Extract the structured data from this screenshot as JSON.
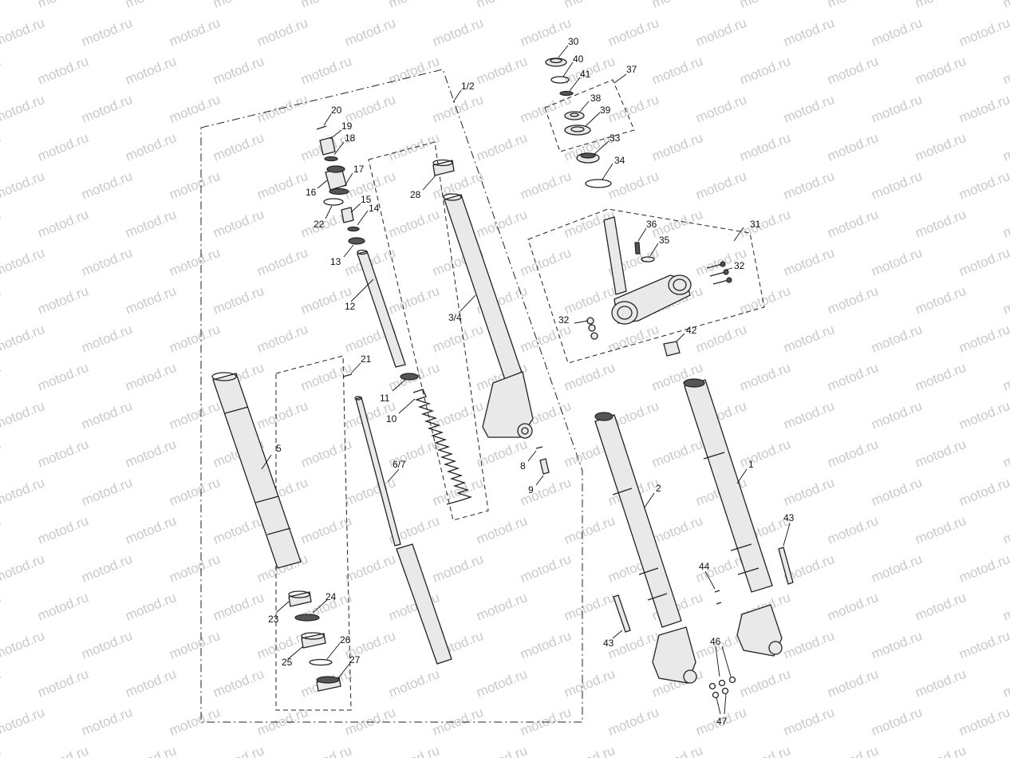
{
  "watermark": "motod.ru",
  "callouts": [
    {
      "id": "c30",
      "text": "30"
    },
    {
      "id": "c40",
      "text": "40"
    },
    {
      "id": "c41",
      "text": "41"
    },
    {
      "id": "c37",
      "text": "37"
    },
    {
      "id": "c38",
      "text": "38"
    },
    {
      "id": "c39",
      "text": "39"
    },
    {
      "id": "c33",
      "text": "33"
    },
    {
      "id": "c34",
      "text": "34"
    },
    {
      "id": "c36",
      "text": "36"
    },
    {
      "id": "c35",
      "text": "35"
    },
    {
      "id": "c31",
      "text": "31"
    },
    {
      "id": "c32a",
      "text": "32"
    },
    {
      "id": "c32b",
      "text": "32"
    },
    {
      "id": "c42",
      "text": "42"
    },
    {
      "id": "c1_2",
      "text": "1/2"
    },
    {
      "id": "c20",
      "text": "20"
    },
    {
      "id": "c19",
      "text": "19"
    },
    {
      "id": "c18",
      "text": "18"
    },
    {
      "id": "c17",
      "text": "17"
    },
    {
      "id": "c16",
      "text": "16"
    },
    {
      "id": "c15",
      "text": "15"
    },
    {
      "id": "c22",
      "text": "22"
    },
    {
      "id": "c14",
      "text": "14"
    },
    {
      "id": "c13",
      "text": "13"
    },
    {
      "id": "c12",
      "text": "12"
    },
    {
      "id": "c28",
      "text": "28"
    },
    {
      "id": "c3_4",
      "text": "3/4"
    },
    {
      "id": "c21",
      "text": "21"
    },
    {
      "id": "c11",
      "text": "11"
    },
    {
      "id": "c10",
      "text": "10"
    },
    {
      "id": "c5",
      "text": "5"
    },
    {
      "id": "c6_7",
      "text": "6/7"
    },
    {
      "id": "c8",
      "text": "8"
    },
    {
      "id": "c9",
      "text": "9"
    },
    {
      "id": "c2",
      "text": "2"
    },
    {
      "id": "c1",
      "text": "1"
    },
    {
      "id": "c43a",
      "text": "43"
    },
    {
      "id": "c43b",
      "text": "43"
    },
    {
      "id": "c44",
      "text": "44"
    },
    {
      "id": "c24",
      "text": "24"
    },
    {
      "id": "c23",
      "text": "23"
    },
    {
      "id": "c26",
      "text": "26"
    },
    {
      "id": "c25",
      "text": "25"
    },
    {
      "id": "c27",
      "text": "27"
    },
    {
      "id": "c46",
      "text": "46"
    },
    {
      "id": "c47",
      "text": "47"
    }
  ]
}
